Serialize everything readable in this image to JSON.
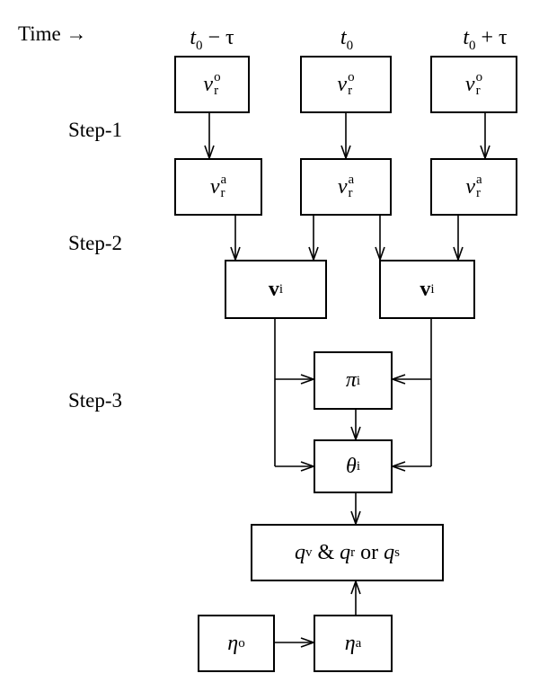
{
  "time_label": "Time →",
  "headers": {
    "prev": {
      "base": "t",
      "sub": "0",
      "op": " − τ"
    },
    "curr": {
      "base": "t",
      "sub": "0",
      "op": ""
    },
    "next": {
      "base": "t",
      "sub": "0",
      "op": " + τ"
    }
  },
  "steps": {
    "step1": "Step-1",
    "step2": "Step-2",
    "step3": "Step-3"
  },
  "nodes": {
    "obs_refl": {
      "base": "ν",
      "sup": "o",
      "sub": "r"
    },
    "adj_refl": {
      "base": "ν",
      "sup": "a",
      "sub": "r"
    },
    "vel": {
      "base": "v",
      "sup": "i"
    },
    "pi": {
      "base": "π",
      "sup": "i"
    },
    "theta": {
      "base": "θ",
      "sup": "i"
    },
    "q": {
      "q1": "q",
      "s1": "v",
      "amp": " & ",
      "q2": "q",
      "s2": "r",
      "or": " or ",
      "q3": "q",
      "s3": "s"
    },
    "eta_obs": {
      "base": "η",
      "sup": "o"
    },
    "eta_adj": {
      "base": "η",
      "sup": "a"
    }
  }
}
